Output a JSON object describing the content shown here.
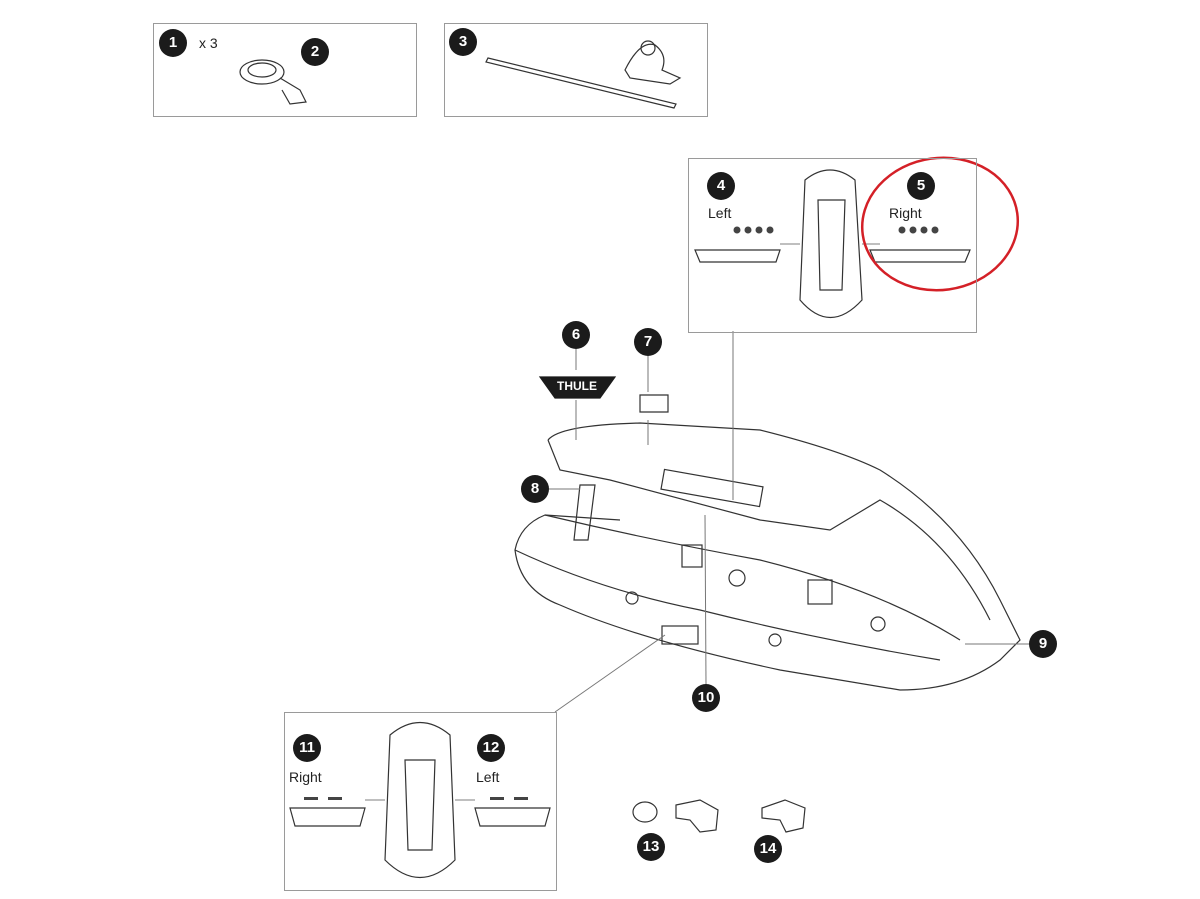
{
  "parts": [
    {
      "number": "1",
      "quantity": "x 3"
    },
    {
      "number": "2"
    },
    {
      "number": "3"
    },
    {
      "number": "4",
      "side": "Left"
    },
    {
      "number": "5",
      "side": "Right"
    },
    {
      "number": "6"
    },
    {
      "number": "7"
    },
    {
      "number": "8"
    },
    {
      "number": "9"
    },
    {
      "number": "10"
    },
    {
      "number": "11",
      "side": "Right"
    },
    {
      "number": "12",
      "side": "Left"
    },
    {
      "number": "13"
    },
    {
      "number": "14"
    }
  ],
  "logo_text": "THULE",
  "colors": {
    "badge": "#1b1b1b",
    "highlight": "#d42027",
    "frame": "#9a9a9a"
  }
}
